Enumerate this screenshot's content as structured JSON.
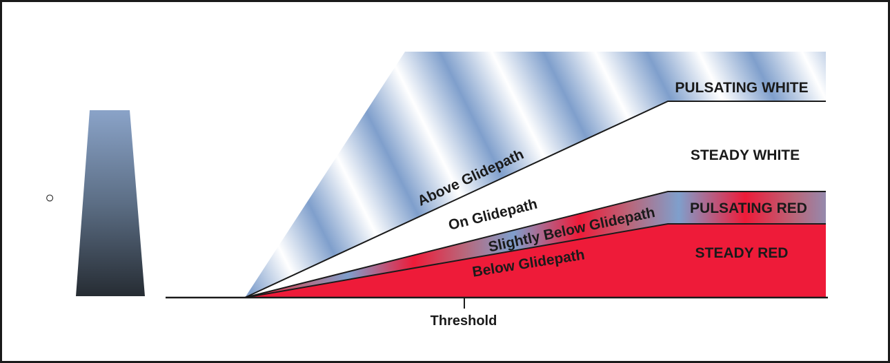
{
  "diagram": {
    "zones": {
      "pulsating_white": "PULSATING WHITE",
      "steady_white": "STEADY WHITE",
      "pulsating_red": "PULSATING RED",
      "steady_red": "STEADY RED"
    },
    "paths": {
      "above": "Above Glidepath",
      "on": "On Glidepath",
      "slightly_below": "Slightly Below Glidepath",
      "below": "Below Glidepath"
    },
    "threshold": "Threshold",
    "indicator_glyph": "○"
  },
  "colors": {
    "blue": "#7f9fcc",
    "red": "#ee1b39",
    "tower_top": "#8aa3c8",
    "tower_bottom": "#262c33",
    "line": "#1a1a1a"
  }
}
